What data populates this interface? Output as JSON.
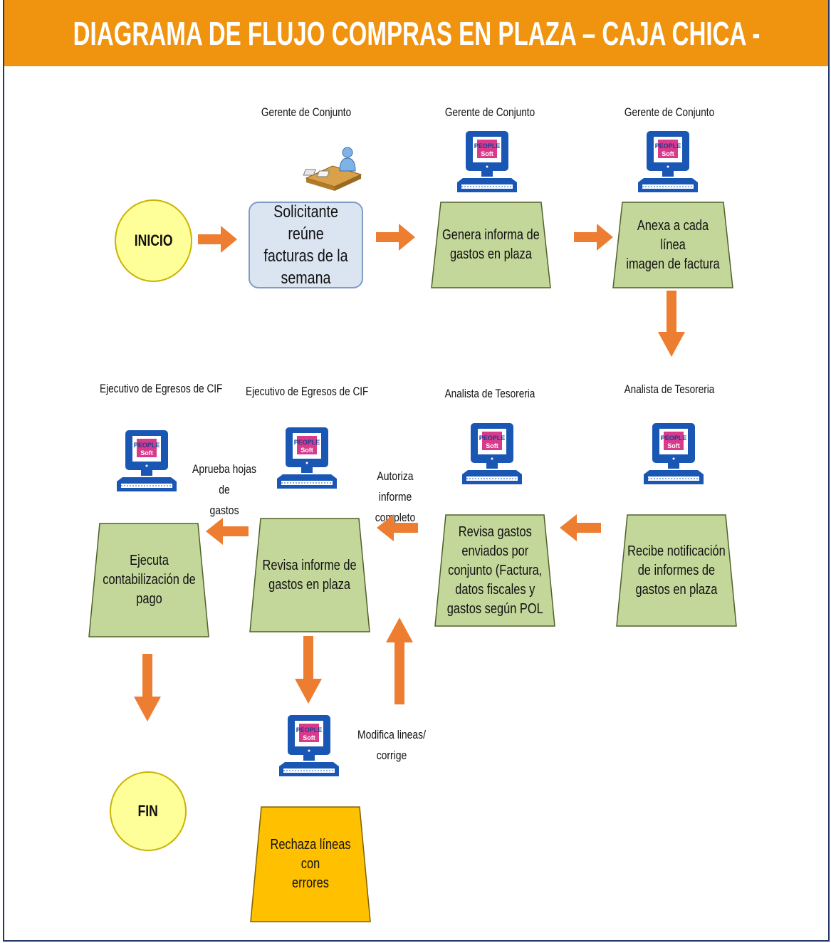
{
  "title": "DIAGRAMA DE FLUJO COMPRAS EN PLAZA – CAJA CHICA -",
  "roles": {
    "r1": "Gerente de Conjunto",
    "r2": "Gerente de Conjunto",
    "r3": "Gerente de Conjunto",
    "r4": "Analista de Tesoreria",
    "r5": "Analista de Tesoreria",
    "r6": "Ejecutivo de Egresos de CIF",
    "r7": "Ejecutivo de Egresos de CIF"
  },
  "nodes": {
    "inicio": "INICIO",
    "fin": "FIN",
    "reune": "Solicitante reúne\nfacturas de la\nsemana",
    "genera": "Genera informa de\ngastos en plaza",
    "anexa": "Anexa a cada línea\nimagen de factura",
    "recibe": "Recibe notificación\nde informes de\ngastos en plaza",
    "revisa_gastos": "Revisa gastos\nenviados por\nconjunto (Factura,\ndatos fiscales y\ngastos según POL",
    "revisa_informe": "Revisa informe de\ngastos en plaza",
    "ejecuta": "Ejecuta\ncontabilización de\npago",
    "rechaza": "Rechaza líneas con\nerrores"
  },
  "labels": {
    "aprueba": "Aprueba hojas de\ngastos",
    "autoriza": "Autoriza informe\ncompleto",
    "modifica": "Modifica lineas/ corrige"
  },
  "colors": {
    "title_bg": "#f0930e",
    "arrow": "#ed7d31",
    "process_green": "#c4d79b",
    "process_orange": "#ffc000",
    "start_end": "#ffff99"
  },
  "icons": [
    "people-soft-computer-icon",
    "meeting-person-icon"
  ]
}
